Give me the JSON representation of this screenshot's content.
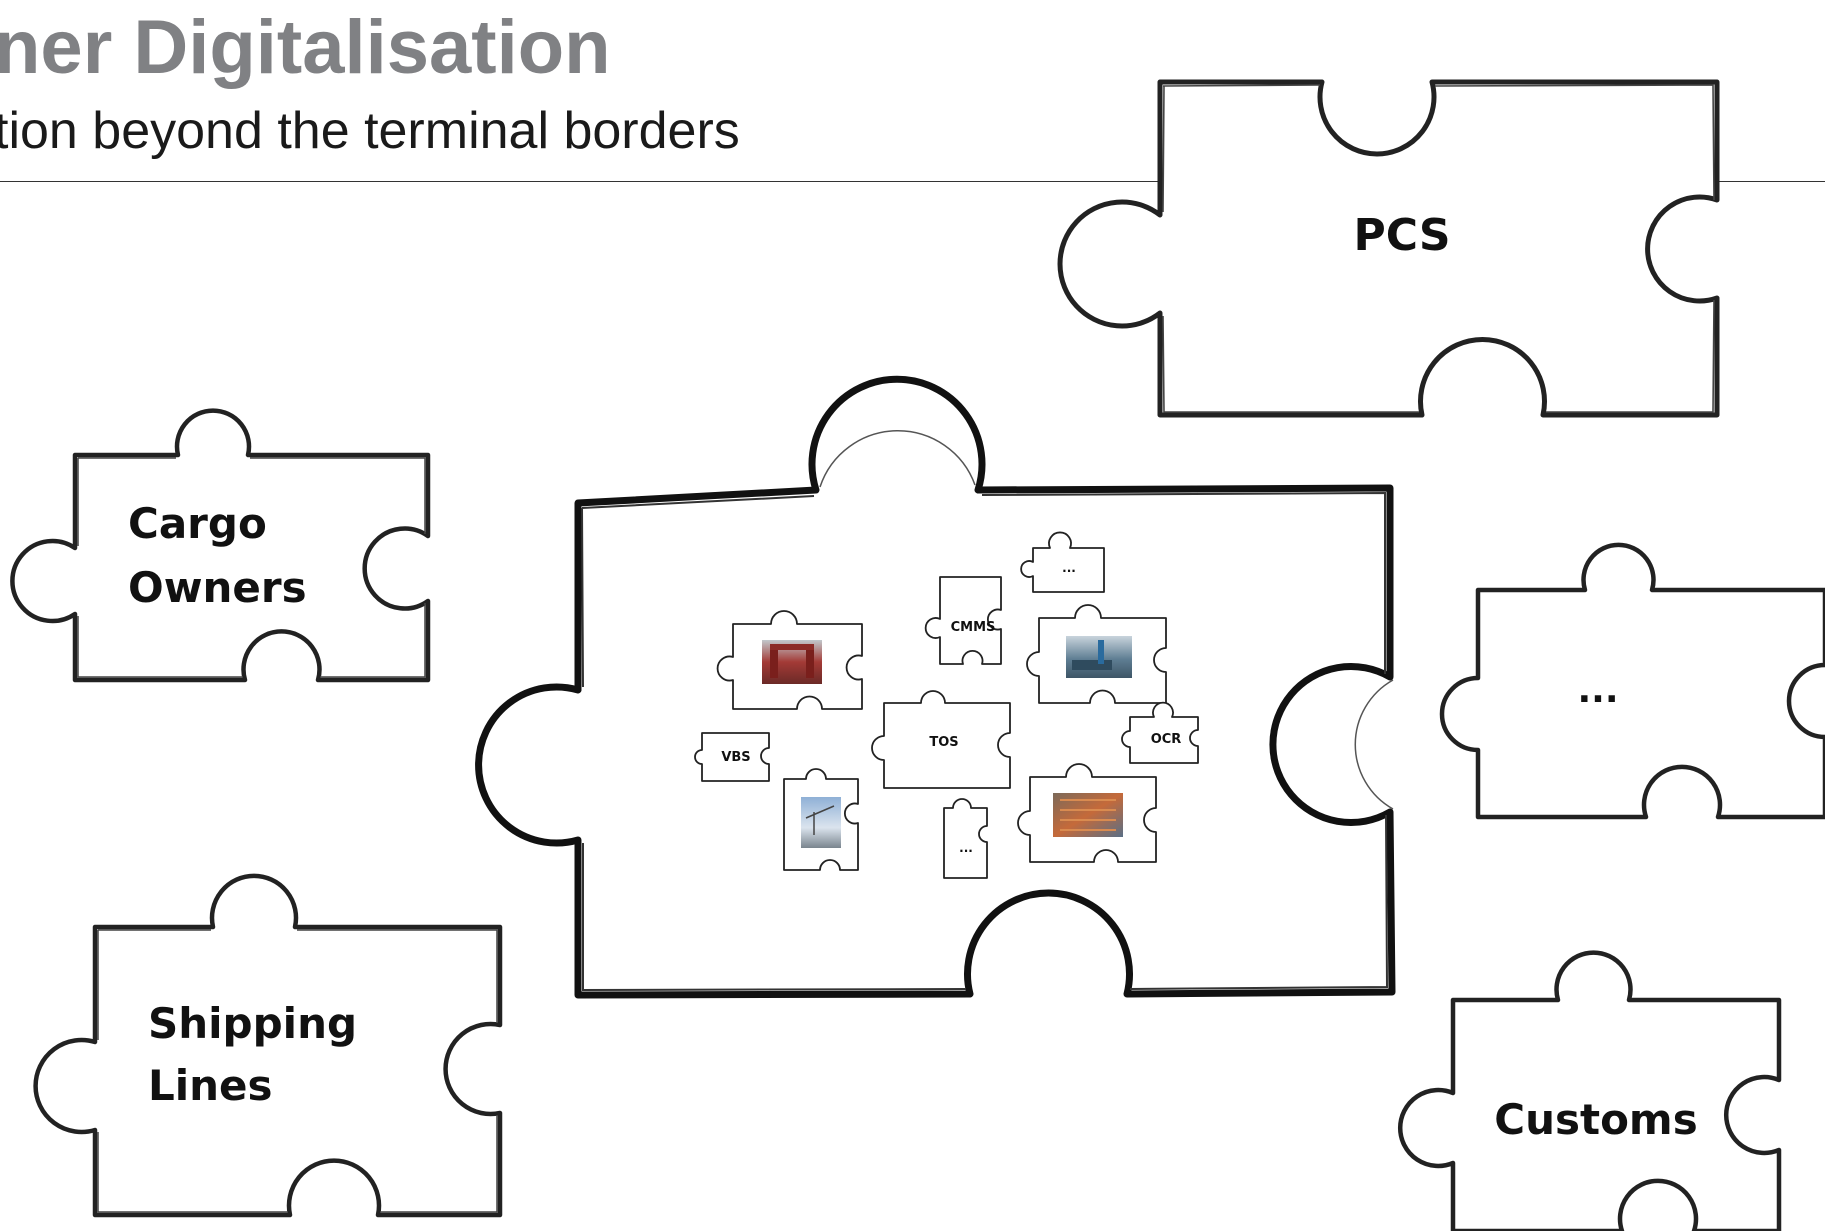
{
  "header": {
    "title": "ner Digitalisation",
    "subtitle": "tion beyond the terminal borders"
  },
  "pieces": {
    "pcs": "PCS",
    "cargo_owners": [
      "Cargo",
      "Owners"
    ],
    "ellipsis": "...",
    "shipping_lines": [
      "Shipping",
      "Lines"
    ],
    "customs": "Customs"
  },
  "terminal_systems": {
    "cmms": "CMMS",
    "tos": "TOS",
    "vbs": "VBS",
    "ocr": "OCR",
    "more_top": "...",
    "more_bottom": "..."
  },
  "colors": {
    "title": "#808184",
    "outline": "#222222"
  }
}
